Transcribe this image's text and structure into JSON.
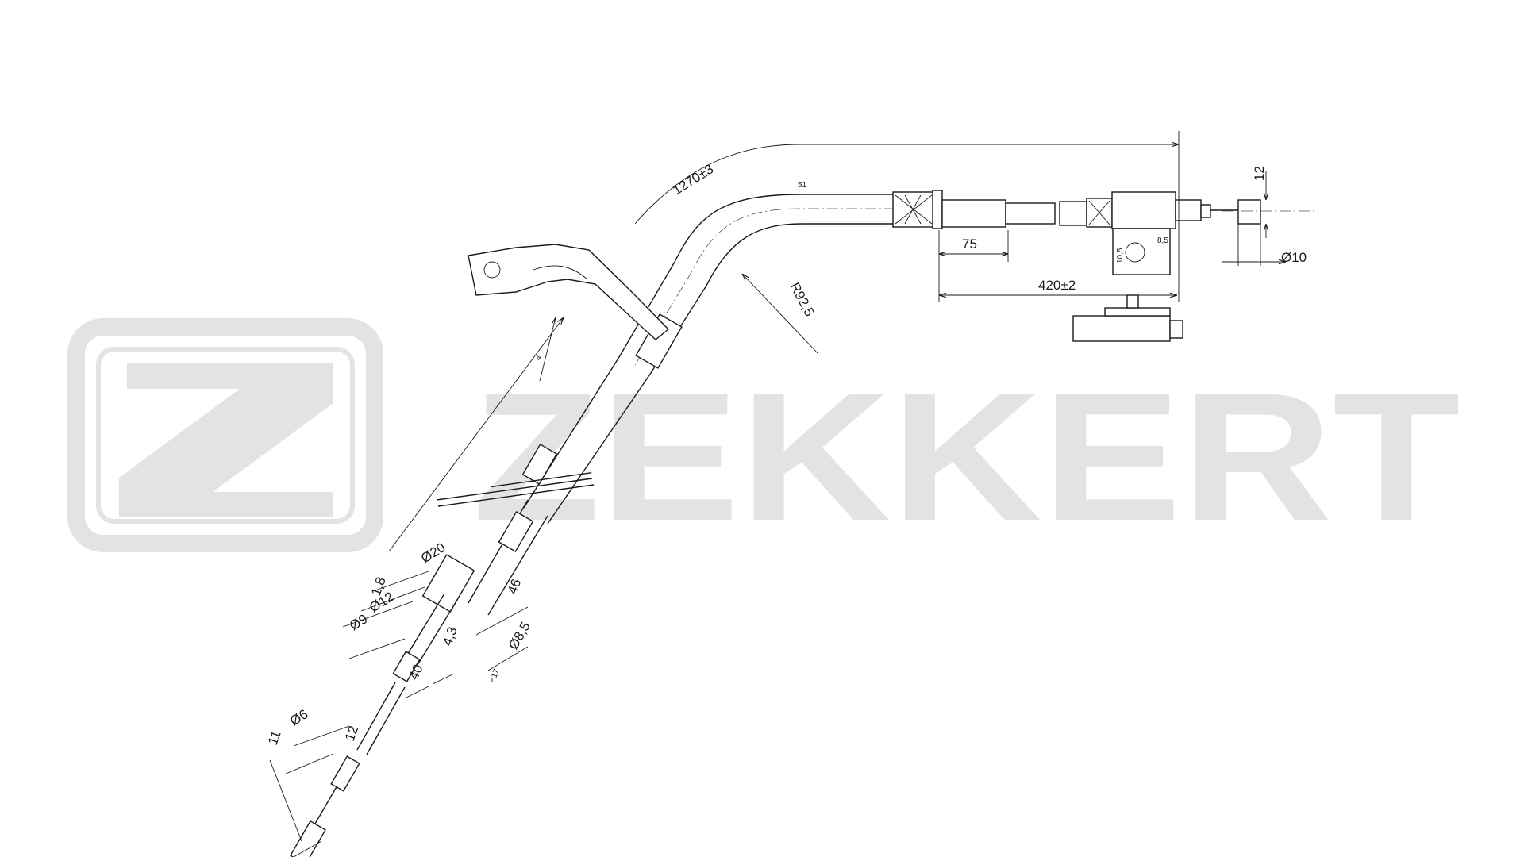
{
  "watermark": {
    "brand": "ZEKKERT",
    "color": "#e3e3e3"
  },
  "dimensions": {
    "total_length": "1270±3",
    "radius": "R92,5",
    "angle": "51",
    "sleeve_length": "75",
    "end_length": "420±2",
    "nipple_height": "12",
    "nipple_dia": "Ø10",
    "slot_h": "10,5",
    "slot_w": "8,5",
    "small_a": "4",
    "d20": "Ø20",
    "t18": "1,8",
    "d12": "Ø12",
    "d9": "Ø9",
    "l46": "46",
    "d85": "Ø8,5",
    "l43": "4,3",
    "l40": "40",
    "l17": "17",
    "d6": "Ø6",
    "l11": "11",
    "l12b": "12"
  }
}
